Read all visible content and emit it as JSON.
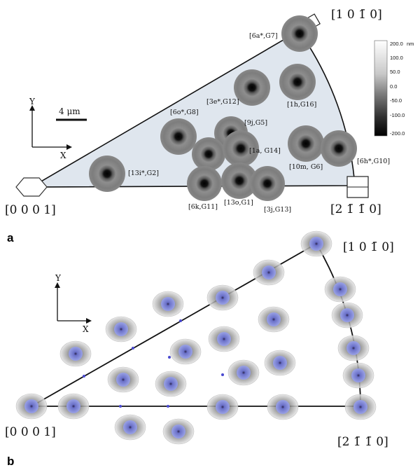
{
  "panel_a": {
    "letter": "a",
    "corner_labels": {
      "bottom_left": "[0 0 0 1]",
      "top_right": "[1 0 1̄ 0]",
      "bottom_right": "[2 1̄ 1̄ 0]"
    },
    "axes": {
      "y": "Y",
      "x": "X"
    },
    "scale_bar": "4 μm",
    "colorbar": {
      "unit": "nm",
      "ticks": [
        "200.0",
        "100.0",
        "50.0",
        "0.0",
        "-50.0",
        "-100.0",
        "-200.0"
      ]
    },
    "grains": [
      {
        "label": "[6a*,G7]"
      },
      {
        "label": "[3e*,G12]"
      },
      {
        "label": "[1h,G16]"
      },
      {
        "label": "[6o*,G8]"
      },
      {
        "label": "[9j,G5]"
      },
      {
        "label": "[1a, G14]"
      },
      {
        "label": "[10m, G6]"
      },
      {
        "label": "[6h*,G10]"
      },
      {
        "label": "[13i*,G2]"
      },
      {
        "label": "[6k,G11]"
      },
      {
        "label": "[13o,G1]"
      },
      {
        "label": "[3j,G13]"
      }
    ]
  },
  "panel_b": {
    "letter": "b",
    "corner_labels": {
      "bottom_left": "[0 0 0 1]",
      "top_right": "[1 0 1̄ 0]",
      "bottom_right": "[2 1̄ 1̄ 0]"
    },
    "axes": {
      "y": "Y",
      "x": "X"
    }
  },
  "colors": {
    "triangle_fill": "#dfe6ee",
    "outline": "#111111",
    "spot_fill": "#7a84d6"
  }
}
